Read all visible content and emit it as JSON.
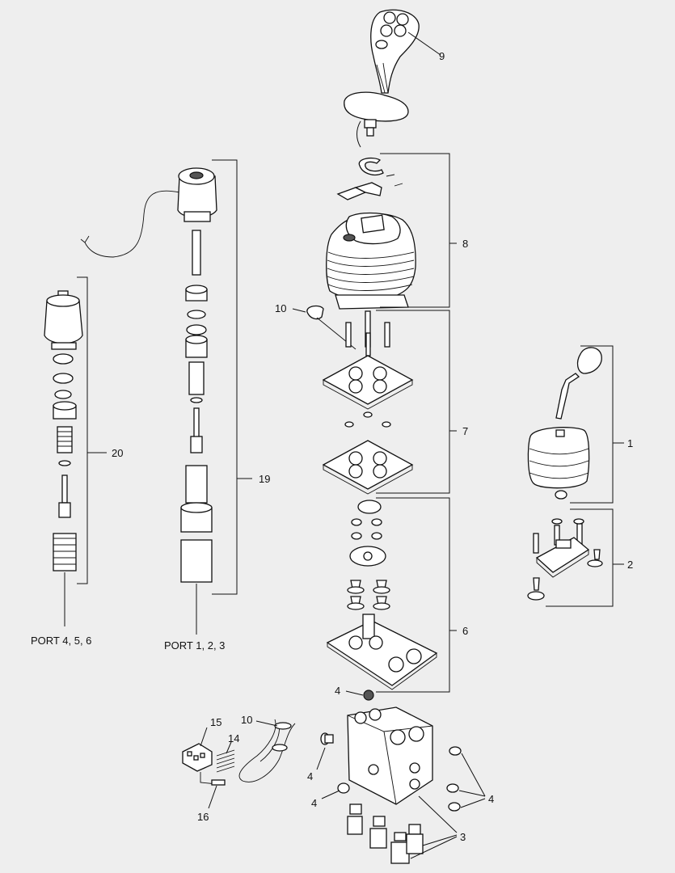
{
  "diagram": {
    "callouts": {
      "c1": "1",
      "c2": "2",
      "c3": "3",
      "c4a": "4",
      "c4b": "4",
      "c4c": "4",
      "c4d": "4",
      "c6": "6",
      "c7": "7",
      "c8": "8",
      "c9": "9",
      "c10a": "10",
      "c10b": "10",
      "c14": "14",
      "c15": "15",
      "c16": "16",
      "c19": "19",
      "c20": "20"
    },
    "ports": {
      "left": "PORT 4, 5, 6",
      "right": "PORT 1, 2, 3"
    }
  }
}
